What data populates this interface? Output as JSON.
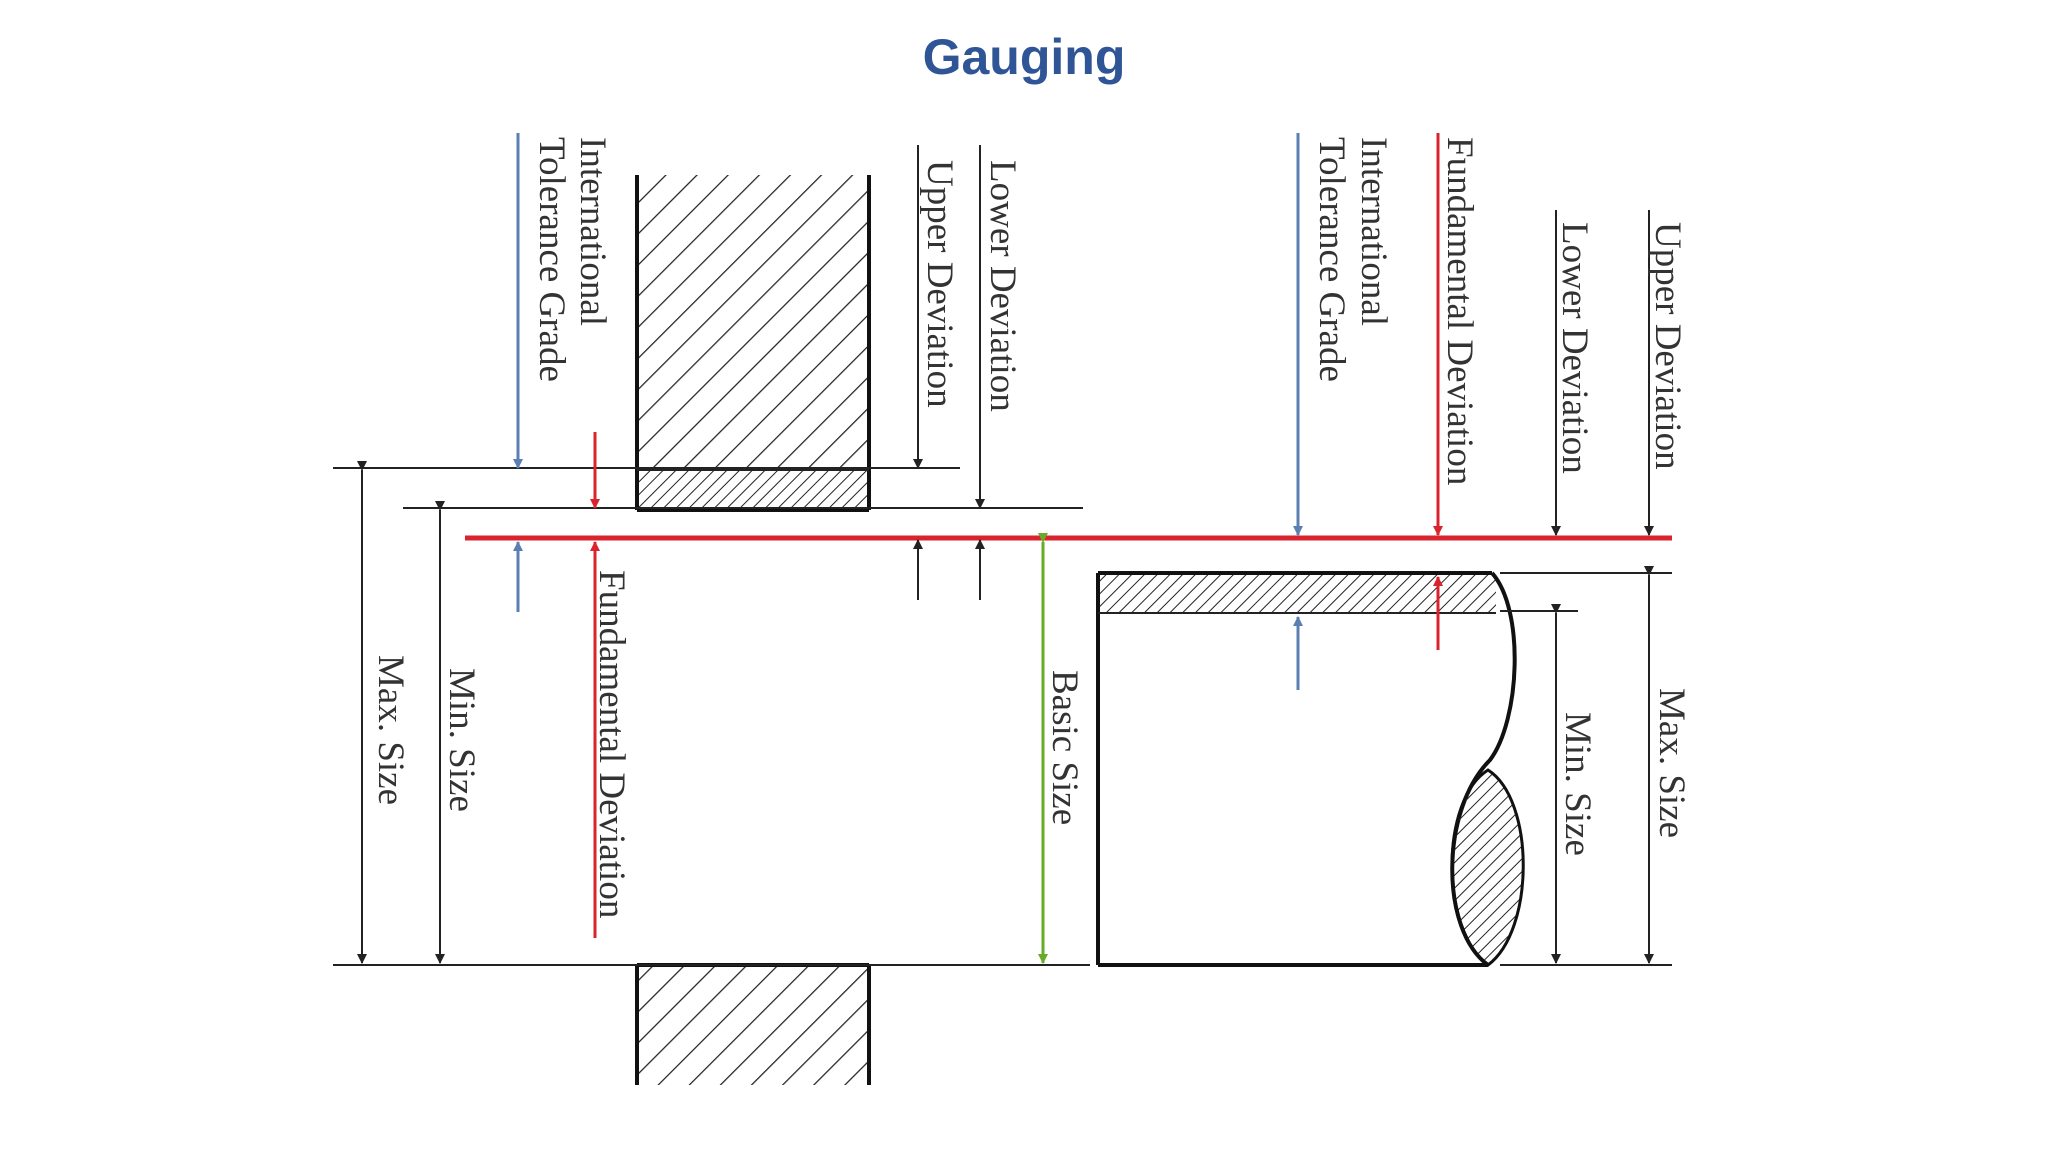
{
  "title": "Gauging",
  "colors": {
    "title": "#2F5597",
    "blue_arrow": "#5B7FB3",
    "red_line": "#D9232D",
    "green_arrow": "#6AAA2A",
    "black": "#222222"
  },
  "labels": {
    "hole_itg_line1": "International",
    "hole_itg_line2": "Tolerance Grade",
    "hole_upper_dev": "Upper Deviation",
    "hole_lower_dev": "Lower Deviation",
    "hole_fund_dev": "Fundamental Deviation",
    "hole_max_size": "Max. Size",
    "hole_min_size": "Min. Size",
    "basic_size": "Basic Size",
    "shaft_itg_line1": "International",
    "shaft_itg_line2": "Tolerance Grade",
    "shaft_fund_dev": "Fundamental Deviation",
    "shaft_lower_dev": "Lower Deviation",
    "shaft_upper_dev": "Upper Deviation",
    "shaft_min_size": "Min. Size",
    "shaft_max_size": "Max. Size"
  }
}
